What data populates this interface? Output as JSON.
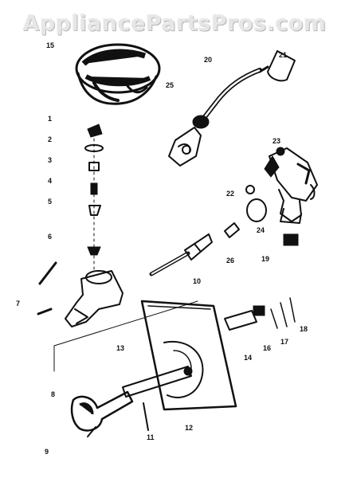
{
  "watermark": "AppliancePartsPros.com",
  "parts": [
    {
      "id": "escutcheon_sleeve",
      "label": "15"
    },
    {
      "id": "shower_arm",
      "label": "20"
    },
    {
      "id": "arm_flange",
      "label": "21"
    },
    {
      "id": "shower_head",
      "label": "25"
    },
    {
      "id": "valve_body",
      "label": "23"
    },
    {
      "id": "gasket",
      "label": "22"
    },
    {
      "id": "seat",
      "label": "24"
    },
    {
      "id": "stem_extension",
      "label": "26"
    },
    {
      "id": "adapter",
      "label": "19"
    },
    {
      "id": "handle_insert",
      "label": "1"
    },
    {
      "id": "washer",
      "label": "2"
    },
    {
      "id": "screw_a",
      "label": "3"
    },
    {
      "id": "spring",
      "label": "4"
    },
    {
      "id": "o_ring",
      "label": "5"
    },
    {
      "id": "nut",
      "label": "6"
    },
    {
      "id": "stem",
      "label": "10"
    },
    {
      "id": "cartridge_body",
      "label": "7"
    },
    {
      "id": "set_screw",
      "label": "8"
    },
    {
      "id": "plate",
      "label": "14"
    },
    {
      "id": "screw_b",
      "label": "16"
    },
    {
      "id": "cap",
      "label": "17"
    },
    {
      "id": "button",
      "label": "18"
    },
    {
      "id": "sleeve_tube",
      "label": "12"
    },
    {
      "id": "mount_screw",
      "label": "11"
    },
    {
      "id": "handle",
      "label": "9"
    },
    {
      "id": "handle_screw",
      "label": "13"
    }
  ]
}
